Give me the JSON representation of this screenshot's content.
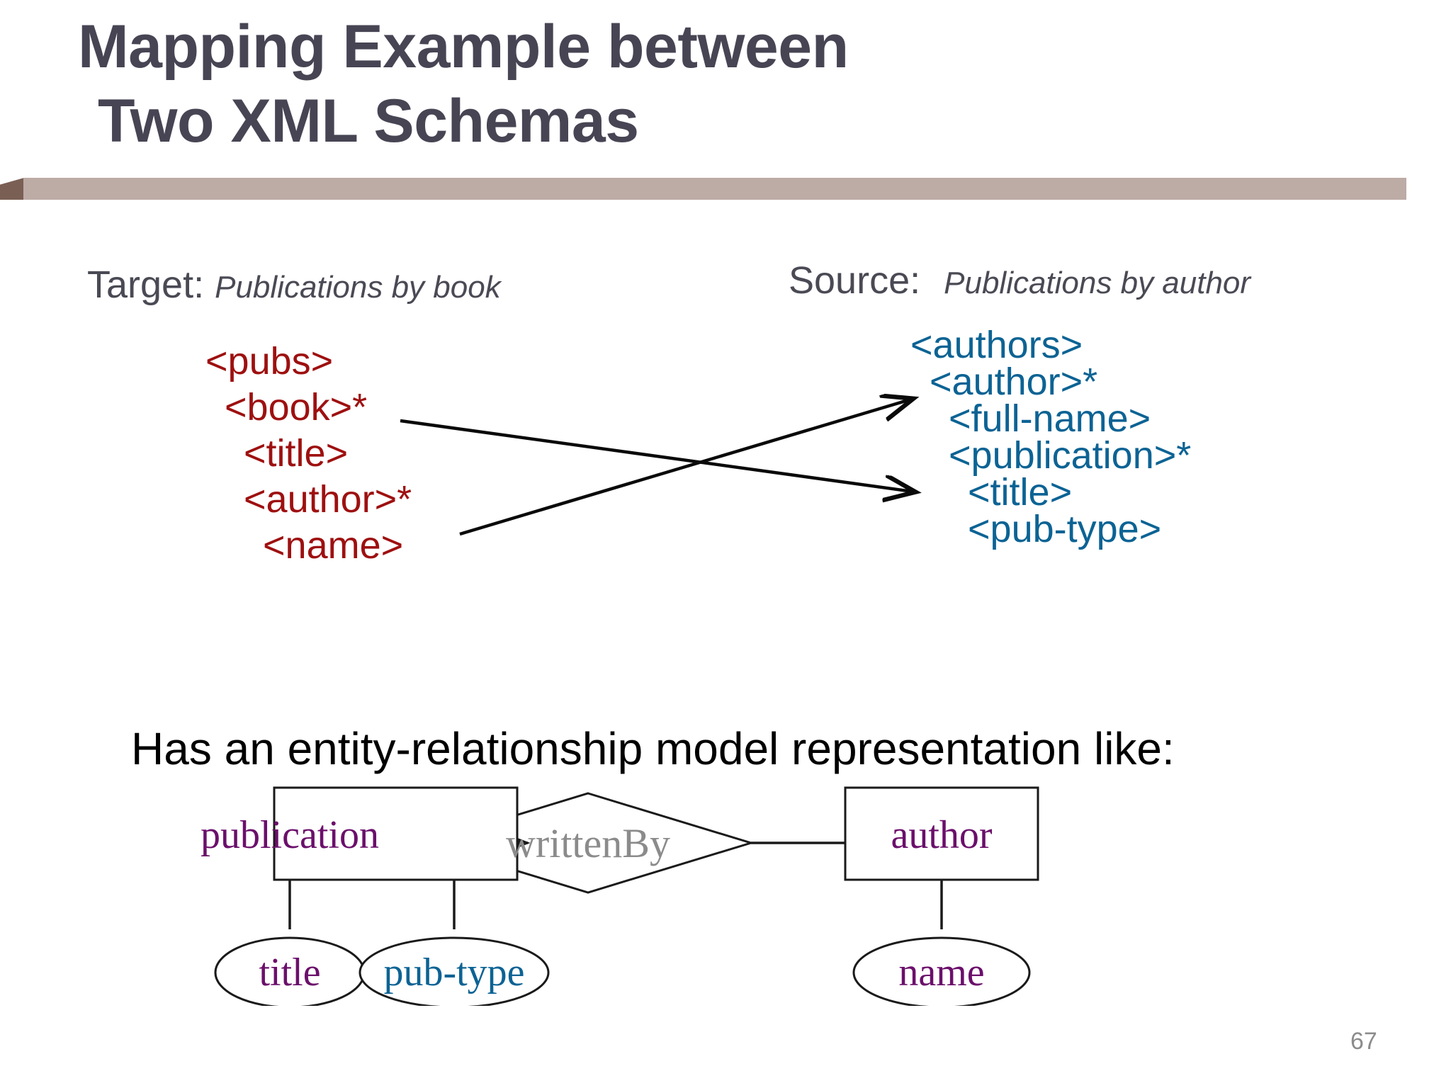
{
  "slide": {
    "title_line_1": "Mapping Example between",
    "title_line_2": "Two XML Schemas",
    "page_number": "67",
    "er_caption": "Has an entity-relationship model representation like:"
  },
  "colors": {
    "title": "#474554",
    "ribbon": "#bdaba6",
    "ribbon_fold": "#7a5f54",
    "target_schema": "#9e1010",
    "source_schema": "#0c6394",
    "entity_label": "#6b0f6b",
    "relationship_label": "#8b8b8b",
    "page_number": "#8c8c8c"
  },
  "target": {
    "label": "Target:",
    "caption": "Publications by book",
    "nodes": [
      {
        "text": "<pubs>",
        "indent": 0
      },
      {
        "text": "<book>*",
        "indent": 1
      },
      {
        "text": "<title>",
        "indent": 2
      },
      {
        "text": "<author>*",
        "indent": 2
      },
      {
        "text": "<name>",
        "indent": 3
      }
    ]
  },
  "source": {
    "label": "Source:",
    "caption": "Publications by author",
    "nodes": [
      {
        "text": "<authors>",
        "indent": 0
      },
      {
        "text": "<author>*",
        "indent": 1
      },
      {
        "text": "<full-name>",
        "indent": 2
      },
      {
        "text": "<publication>*",
        "indent": 2
      },
      {
        "text": "<title>",
        "indent": 3
      },
      {
        "text": "<pub-type>",
        "indent": 3
      }
    ]
  },
  "mappings": [
    {
      "from": "<book>*",
      "to": "<publication>*"
    },
    {
      "from": "<author>*",
      "to": "<author>*"
    }
  ],
  "er_model": {
    "entities": [
      {
        "name": "publication",
        "color": "entity"
      },
      {
        "name": "author",
        "color": "entity"
      }
    ],
    "relationship": {
      "name": "writtenBy",
      "direction": "author-to-publication"
    },
    "attributes": [
      {
        "name": "title",
        "owner": "publication",
        "color": "entity"
      },
      {
        "name": "pub-type",
        "owner": "publication",
        "color": "source"
      },
      {
        "name": "name",
        "owner": "author",
        "color": "entity"
      }
    ]
  }
}
